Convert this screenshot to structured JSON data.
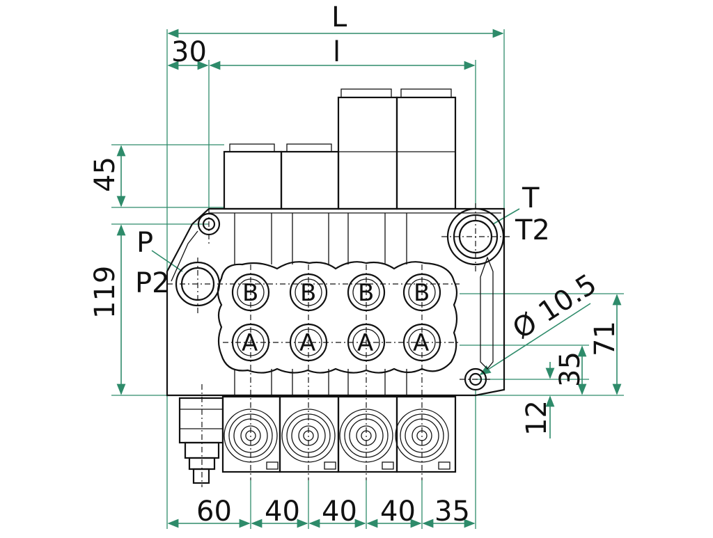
{
  "dimensions": {
    "overall_length": "L",
    "inner_length": "l",
    "left_offset": "30",
    "top_height": "45",
    "body_height": "119",
    "hole_diameter": "Ø 10.5",
    "height_71": "71",
    "height_35": "35",
    "height_12": "12",
    "bottom": [
      "60",
      "40",
      "40",
      "40",
      "35"
    ]
  },
  "ports": {
    "pressure": "P",
    "pressure_2": "P2",
    "tank": "T",
    "tank_2": "T2",
    "work_b": [
      "B",
      "B",
      "B",
      "B"
    ],
    "work_a": [
      "A",
      "A",
      "A",
      "A"
    ]
  },
  "colors": {
    "dimension_lines": "#2e8b6a",
    "outline": "#111111"
  }
}
